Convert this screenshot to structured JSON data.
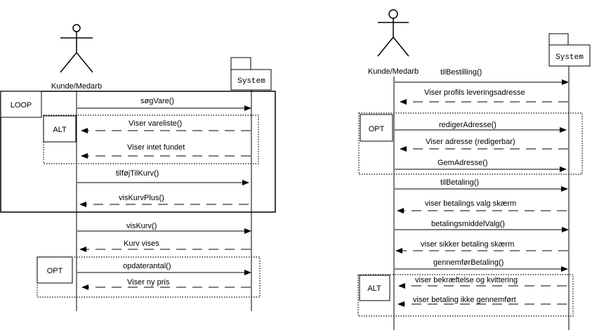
{
  "diagrams": [
    {
      "actor": "Kunde/Medarb",
      "system": "System",
      "messages": [
        {
          "label": "søgVare()",
          "type": "call"
        },
        {
          "label": "Viser vareliste()",
          "type": "return"
        },
        {
          "label": "Viser intet fundet",
          "type": "return"
        },
        {
          "label": "tilføjTilKurv()",
          "type": "call"
        },
        {
          "label": "visKurvPlus()",
          "type": "return"
        },
        {
          "label": "visKurv()",
          "type": "call"
        },
        {
          "label": "Kurv vises",
          "type": "return"
        },
        {
          "label": "opdaterantal()",
          "type": "call"
        },
        {
          "label": "Viser ny pris",
          "type": "return"
        }
      ],
      "fragments": [
        {
          "label": "LOOP"
        },
        {
          "label": "ALT"
        },
        {
          "label": "OPT"
        }
      ]
    },
    {
      "actor": "Kunde/Medarb",
      "system": "System",
      "messages": [
        {
          "label": "tilBestilling()",
          "type": "call"
        },
        {
          "label": "Viser profils leveringsadresse",
          "type": "return"
        },
        {
          "label": "redigerAdresse()",
          "type": "call"
        },
        {
          "label": "Viser adresse (redigerbar)",
          "type": "return"
        },
        {
          "label": "GemAdresse()",
          "type": "call"
        },
        {
          "label": "tilBetaling()",
          "type": "call"
        },
        {
          "label": "viser betalings valg skærm",
          "type": "return"
        },
        {
          "label": "betalingsmiddelValg()",
          "type": "call"
        },
        {
          "label": "viser sikker betaling skærm",
          "type": "return"
        },
        {
          "label": "gennemførBetaling()",
          "type": "call"
        },
        {
          "label": "viser bekræftelse og kvittering",
          "type": "return"
        },
        {
          "label": "viser betaling ikke gennemført",
          "type": "return"
        }
      ],
      "fragments": [
        {
          "label": "OPT"
        },
        {
          "label": "ALT"
        }
      ]
    }
  ]
}
